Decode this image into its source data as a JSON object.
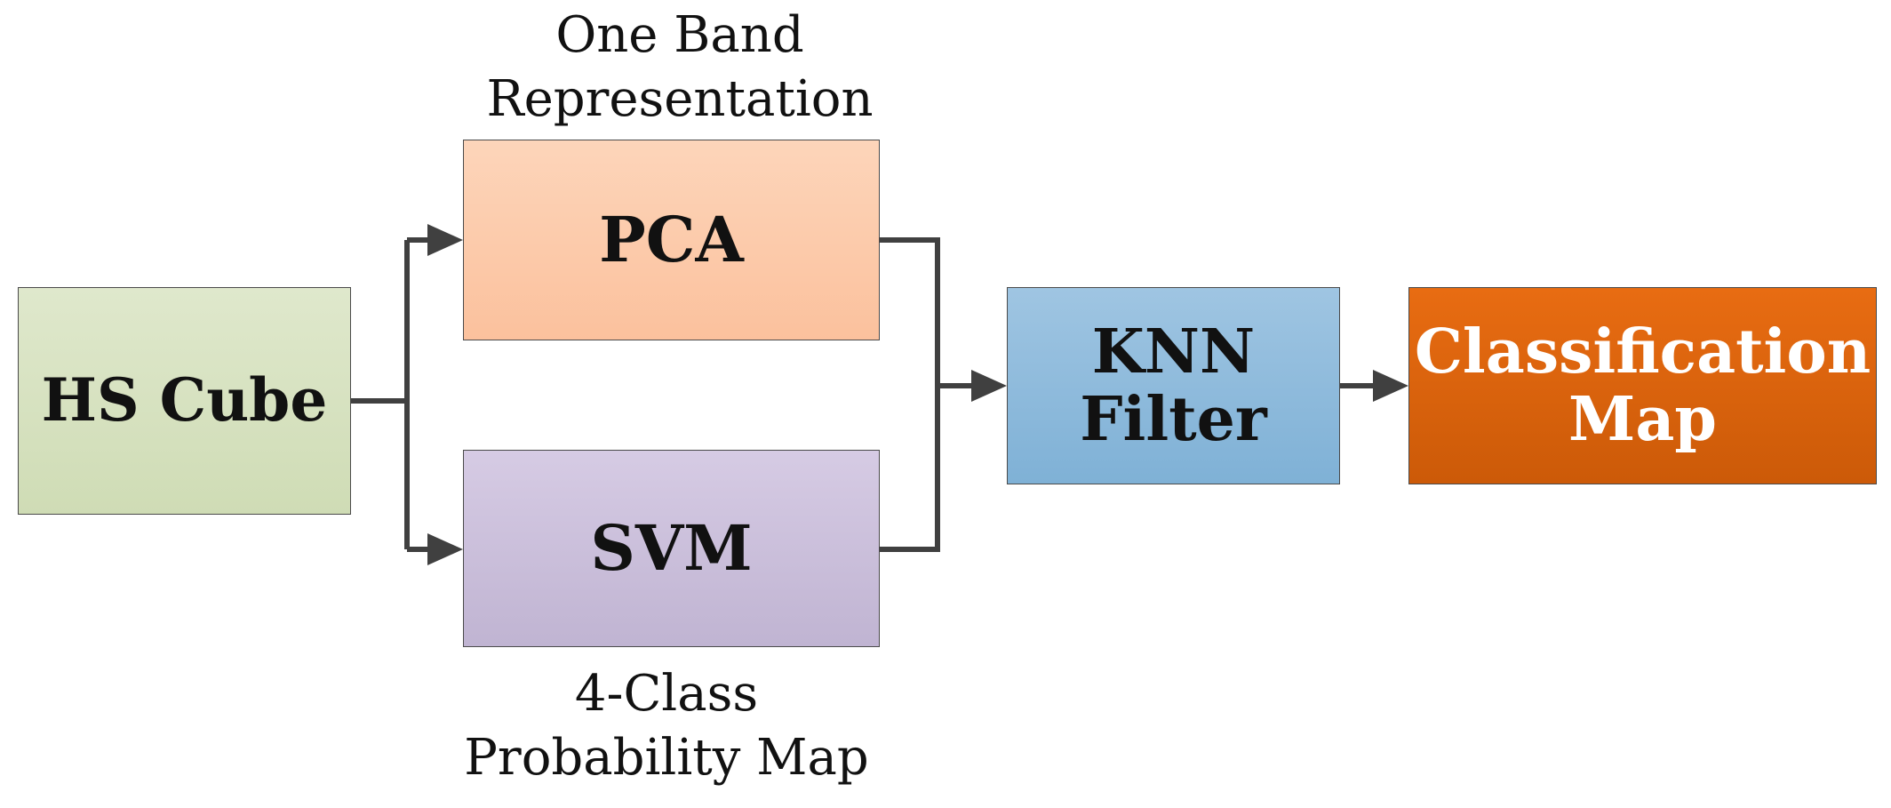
{
  "nodes": {
    "hs_cube": {
      "label": "HS Cube"
    },
    "pca": {
      "label": "PCA"
    },
    "svm": {
      "label": "SVM"
    },
    "knn": {
      "line1": "KNN",
      "line2": "Filter"
    },
    "classification_map": {
      "line1": "Classification",
      "line2": "Map"
    }
  },
  "captions": {
    "pca": {
      "line1": "One Band",
      "line2": "Representation"
    },
    "svm": {
      "line1": "4-Class",
      "line2": "Probability Map"
    }
  },
  "colors": {
    "hs_cube": "#d5e1bf",
    "pca": "#fcc9a8",
    "svm": "#c9bedb",
    "knn": "#8dbadc",
    "classification_map": "#dc630c",
    "connector": "#404040"
  }
}
